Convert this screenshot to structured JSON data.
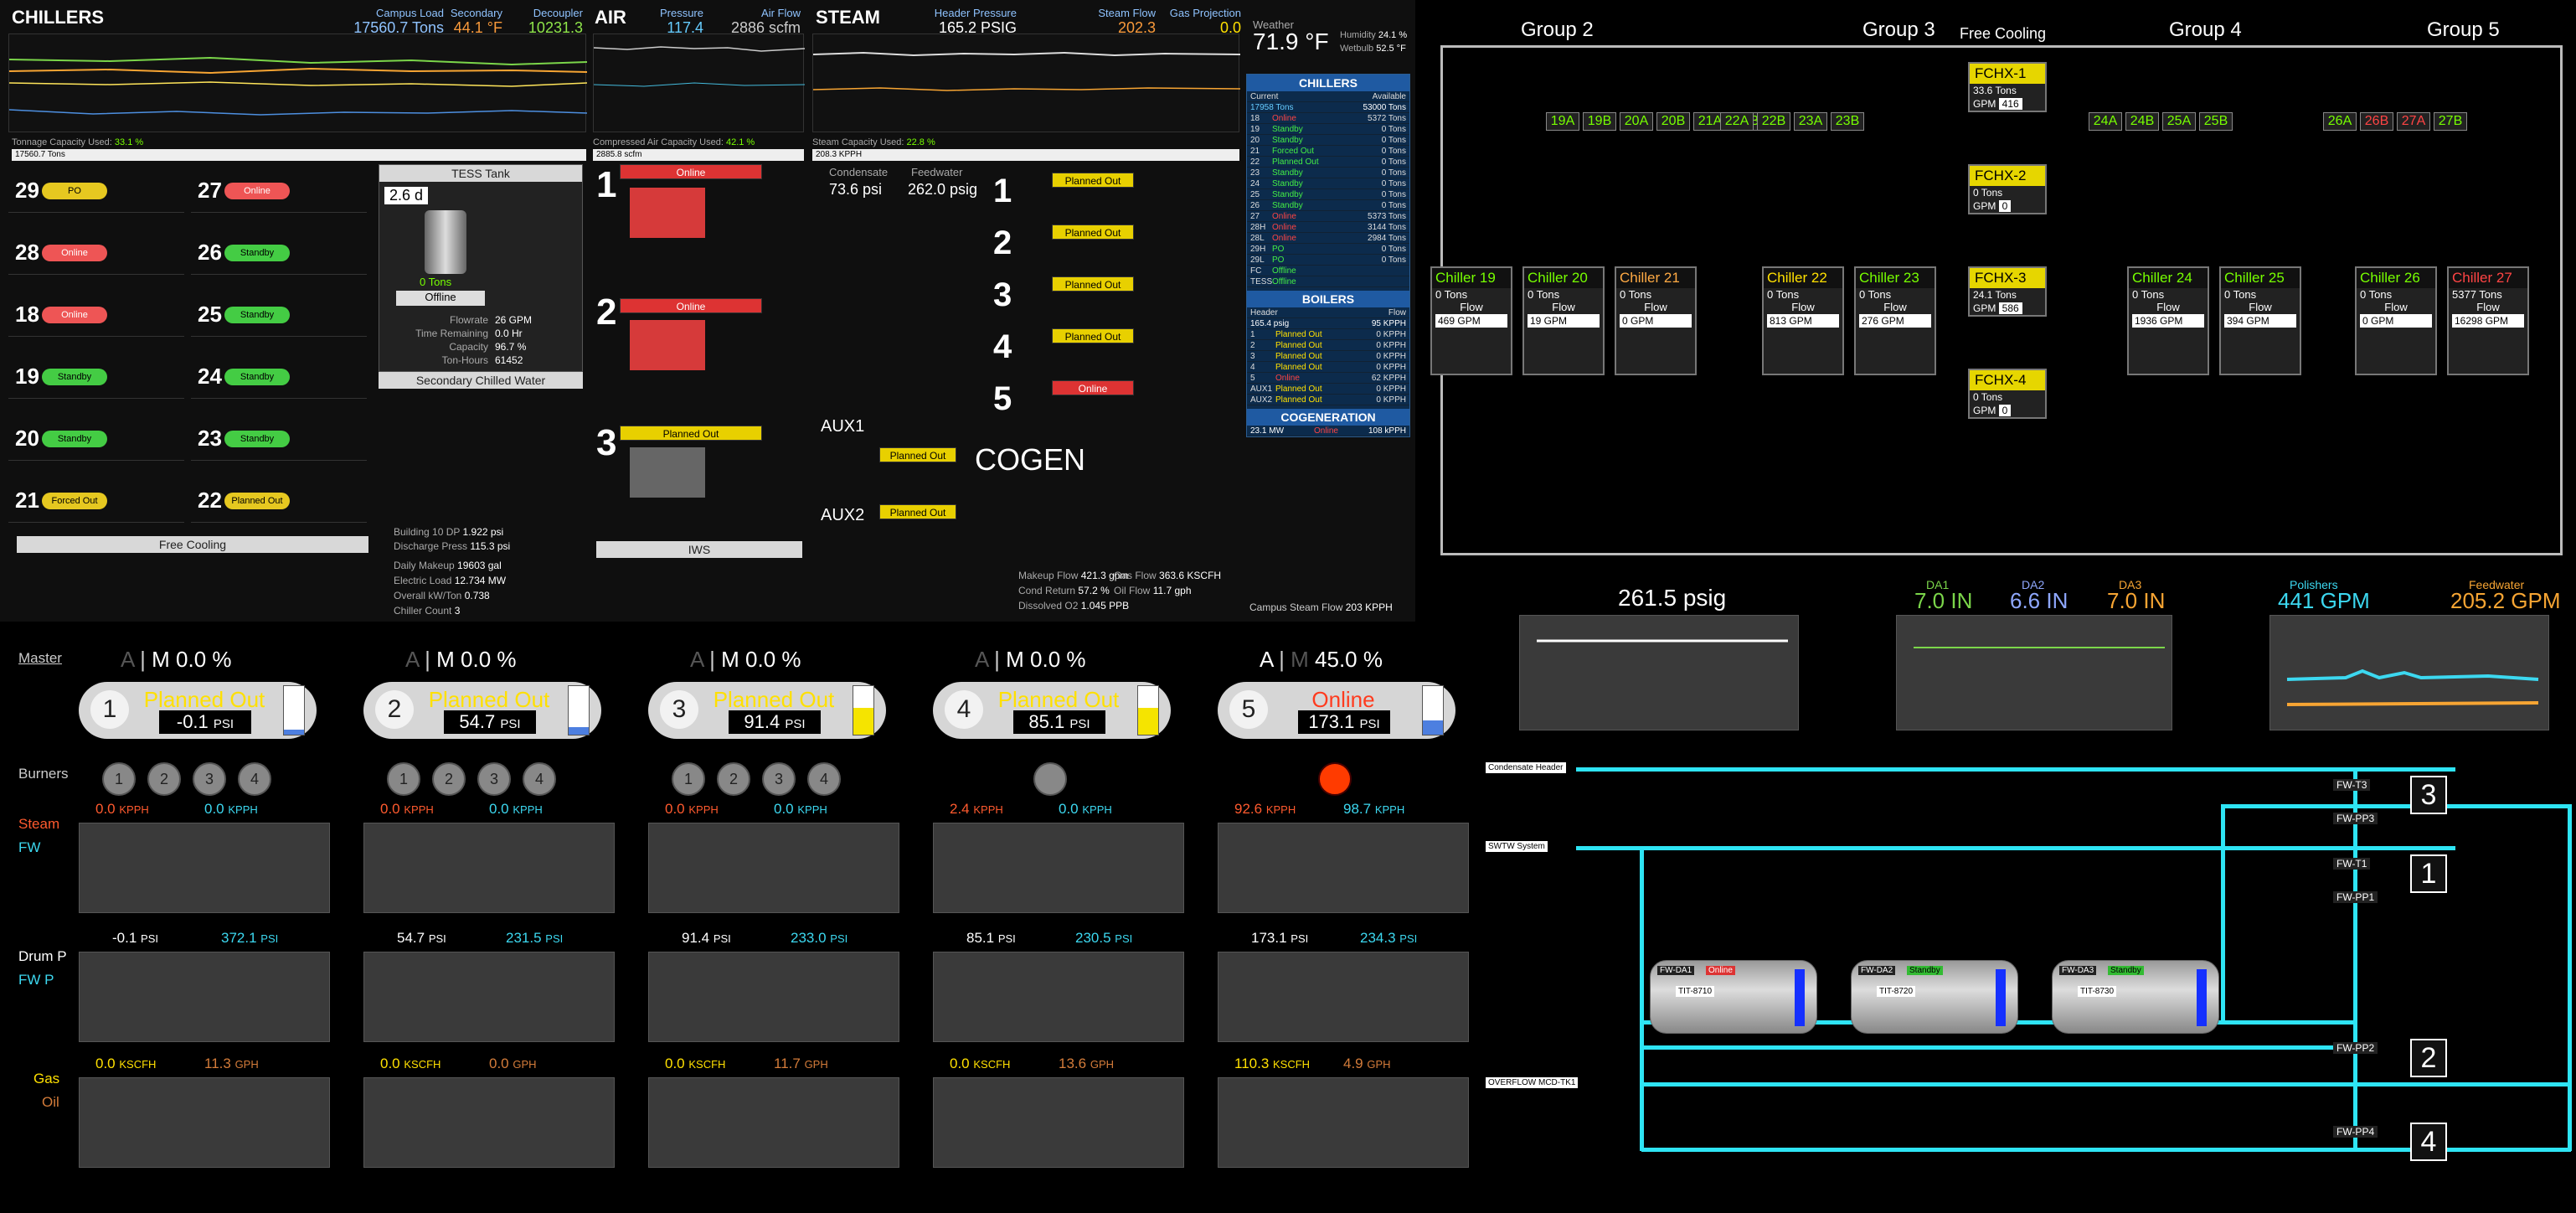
{
  "top": {
    "chillers_title": "CHILLERS",
    "campus_load_label": "Campus Load",
    "campus_load": "17560.7 Tons",
    "secondary_label": "Secondary",
    "secondary": "44.1 °F",
    "decoupler_label": "Decoupler",
    "decoupler": "10231.3 gpm",
    "air_title": "AIR",
    "pressure_label": "Pressure",
    "air_pressure": "117.4",
    "airflow_label": "Air Flow",
    "airflow": "2886 scfm",
    "steam_title": "STEAM",
    "header_pressure_label": "Header Pressure",
    "header_pressure": "165.2 PSIG",
    "steam_flow_label": "Steam Flow",
    "steam_flow": "202.3 KPPH",
    "gas_proj_label": "Gas Projection",
    "gas_proj": "0.0",
    "weather_label": "Weather",
    "temp": "71.9 °F",
    "humidity_label": "Humidity",
    "humidity": "24.1 %",
    "wetbulb_label": "Wetbulb",
    "wetbulb": "52.5 °F",
    "tonnage_cap_label": "Tonnage Capacity Used:",
    "tonnage_cap": "33.1 %",
    "tonnage_bar": "17560.7 Tons",
    "air_cap_label": "Compressed Air Capacity Used:",
    "air_cap": "42.1 %",
    "air_bar": "2885.8 scfm",
    "steam_cap_label": "Steam Capacity Used:",
    "steam_cap": "22.8 %",
    "steam_bar": "208.3 KPPH",
    "tess_title": "TESS Tank",
    "tess_days": "2.6 d",
    "tess_tons": "0 Tons",
    "tess_state": "Offline",
    "tess_rows": [
      {
        "k": "Flowrate",
        "v": "26 GPM"
      },
      {
        "k": "Time Remaining",
        "v": "0.0 Hr"
      },
      {
        "k": "Capacity",
        "v": "96.7 %"
      },
      {
        "k": "Ton-Hours",
        "v": "61452"
      }
    ],
    "scw_title": "Secondary Chilled Water",
    "bldg10_label": "Building 10 DP",
    "bldg10": "1.922 psi",
    "discharge_label": "Discharge Press",
    "discharge": "115.3 psi",
    "daily_makeup_label": "Daily Makeup",
    "daily_makeup": "19603 gal",
    "elec_load_label": "Electric Load",
    "elec_load": "12.734 MW",
    "kwton_label": "Overall kW/Ton",
    "kwton": "0.738",
    "chiller_count_label": "Chiller Count",
    "chiller_count": "3",
    "free_cooling": "Free Cooling",
    "iws": "IWS",
    "condensate_label": "Condensate",
    "condensate": "73.6 psi",
    "feedwater_label": "Feedwater",
    "feedwater": "262.0 psig",
    "makeup_label": "Makeup Flow",
    "makeup": "421.3 gpm",
    "cond_return_label": "Cond Return",
    "cond_return": "57.2 %",
    "do2_label": "Dissolved O2",
    "do2": "1.045 PPB",
    "gasflow_label": "Gas Flow",
    "gasflow": "363.6 KSCFH",
    "oilflow_label": "Oil Flow",
    "oilflow": "11.7 gph",
    "cogen_label": "COGEN",
    "aux1": "AUX1",
    "aux2": "AUX2",
    "campus_steam_label": "Campus Steam Flow",
    "campus_steam": "203 KPPH",
    "chillers_tbl_title": "CHILLERS",
    "current_label": "Current",
    "available_label": "Available",
    "current_tons": "17958 Tons",
    "available_tons": "53000 Tons",
    "boilers_tbl_title": "BOILERS",
    "header_label": "Header",
    "flow_label": "Flow",
    "boiler_header": "165.4 psig",
    "boiler_flow": "95 KPPH",
    "cogeneration_title": "COGENERATION",
    "cogen_mw": "23.1 MW",
    "cogen_state": "Online",
    "cogen_steam": "108 kPPH"
  },
  "chiller_cells": [
    {
      "n": "29",
      "state": "PO",
      "cls": "fo"
    },
    {
      "n": "28",
      "state": "Online",
      "cls": "off"
    },
    {
      "n": "18",
      "state": "Online",
      "cls": "off"
    },
    {
      "n": "19",
      "state": "Standby",
      "cls": ""
    },
    {
      "n": "20",
      "state": "Standby",
      "cls": ""
    },
    {
      "n": "21",
      "state": "Forced Out",
      "cls": "fo"
    },
    {
      "n": "27",
      "state": "Online",
      "cls": "off"
    },
    {
      "n": "26",
      "state": "Standby",
      "cls": ""
    },
    {
      "n": "25",
      "state": "Standby",
      "cls": ""
    },
    {
      "n": "24",
      "state": "Standby",
      "cls": ""
    },
    {
      "n": "23",
      "state": "Standby",
      "cls": ""
    },
    {
      "n": "22",
      "state": "Planned Out",
      "cls": "fo"
    }
  ],
  "chiller_tbl": [
    {
      "k": "18",
      "v": "Online",
      "s": "bad",
      "t": "5372 Tons"
    },
    {
      "k": "19",
      "v": "Standby",
      "s": "ok",
      "t": "0 Tons"
    },
    {
      "k": "20",
      "v": "Standby",
      "s": "ok",
      "t": "0 Tons"
    },
    {
      "k": "21",
      "v": "Forced Out",
      "s": "ok",
      "t": "0 Tons"
    },
    {
      "k": "22",
      "v": "Planned Out",
      "s": "ok",
      "t": "0 Tons"
    },
    {
      "k": "23",
      "v": "Standby",
      "s": "ok",
      "t": "0 Tons"
    },
    {
      "k": "24",
      "v": "Standby",
      "s": "ok",
      "t": "0 Tons"
    },
    {
      "k": "25",
      "v": "Standby",
      "s": "ok",
      "t": "0 Tons"
    },
    {
      "k": "26",
      "v": "Standby",
      "s": "ok",
      "t": "0 Tons"
    },
    {
      "k": "27",
      "v": "Online",
      "s": "bad",
      "t": "5373 Tons"
    },
    {
      "k": "28H",
      "v": "Online",
      "s": "bad",
      "t": "3144 Tons"
    },
    {
      "k": "28L",
      "v": "Online",
      "s": "bad",
      "t": "2984 Tons"
    },
    {
      "k": "29H",
      "v": "PO",
      "s": "ok",
      "t": "0 Tons"
    },
    {
      "k": "29L",
      "v": "PO",
      "s": "ok",
      "t": "0 Tons"
    },
    {
      "k": "FC",
      "v": "Offline",
      "s": "ok",
      "t": ""
    },
    {
      "k": "TESS",
      "v": "Offline",
      "s": "ok",
      "t": ""
    }
  ],
  "boiler_tbl": [
    {
      "k": "1",
      "v": "Planned Out",
      "t": "0 KPPH"
    },
    {
      "k": "2",
      "v": "Planned Out",
      "t": "0 KPPH"
    },
    {
      "k": "3",
      "v": "Planned Out",
      "t": "0 KPPH"
    },
    {
      "k": "4",
      "v": "Planned Out",
      "t": "0 KPPH"
    },
    {
      "k": "5",
      "v": "Online",
      "t": "62 KPPH"
    },
    {
      "k": "AUX1",
      "v": "Planned Out",
      "t": "0 KPPH"
    },
    {
      "k": "AUX2",
      "v": "Planned Out",
      "t": "0 KPPH"
    }
  ],
  "master_label": "Master",
  "burners_label": "Burners",
  "steam_label": "Steam",
  "fw_label": "FW",
  "drum_label": "Drum P",
  "fwp_label": "FW P",
  "gas_label": "Gas",
  "oil_label": "Oil",
  "boilers": [
    {
      "n": "1",
      "mode_a": "A",
      "mode_m": "M",
      "pct": "0.0 %",
      "state": "Planned Out",
      "pv": "-0.1",
      "unit": "PSI",
      "fill": "#4d7fe0",
      "level": 0.1,
      "burners": [
        "1",
        "2",
        "3",
        "4"
      ],
      "fire": false,
      "steam": "0.0",
      "fw": "0.0",
      "drum": "-0.1",
      "fwp": "372.1",
      "gas": "0.0",
      "oil": "11.3"
    },
    {
      "n": "2",
      "mode_a": "A",
      "mode_m": "M",
      "pct": "0.0 %",
      "state": "Planned Out",
      "pv": "54.7",
      "unit": "PSI",
      "fill": "#4d7fe0",
      "level": 0.15,
      "burners": [
        "1",
        "2",
        "3",
        "4"
      ],
      "fire": false,
      "steam": "0.0",
      "fw": "0.0",
      "drum": "54.7",
      "fwp": "231.5",
      "gas": "0.0",
      "oil": "0.0"
    },
    {
      "n": "3",
      "mode_a": "A",
      "mode_m": "M",
      "pct": "0.0 %",
      "state": "Planned Out",
      "pv": "91.4",
      "unit": "PSI",
      "fill": "#f5e400",
      "level": 0.55,
      "burners": [
        "1",
        "2",
        "3",
        "4"
      ],
      "fire": false,
      "steam": "0.0",
      "fw": "0.0",
      "drum": "91.4",
      "fwp": "233.0",
      "gas": "0.0",
      "oil": "11.7"
    },
    {
      "n": "4",
      "mode_a": "A",
      "mode_m": "M",
      "pct": "0.0 %",
      "state": "Planned Out",
      "pv": "85.1",
      "unit": "PSI",
      "fill": "#f5e400",
      "level": 0.55,
      "burners": [
        ""
      ],
      "fire": false,
      "steam": "2.4",
      "fw": "0.0",
      "drum": "85.1",
      "fwp": "230.5",
      "gas": "0.0",
      "oil": "13.6"
    },
    {
      "n": "5",
      "mode_a": "A",
      "mode_m": "M",
      "pct": "45.0 %",
      "state": "Online",
      "pv": "173.1",
      "unit": "PSI",
      "fill": "#4d7fe0",
      "level": 0.3,
      "burners": [
        ""
      ],
      "fire": true,
      "steam": "92.6",
      "fw": "98.7",
      "drum": "173.1",
      "fwp": "234.3",
      "gas": "110.3",
      "oil": "4.9"
    }
  ],
  "units": {
    "kpph": "KPPH",
    "psi": "PSI",
    "kscfh": "KSCFH",
    "gph": "GPH"
  },
  "groups": [
    {
      "title": "Group 2"
    },
    {
      "title": "Group 3"
    },
    {
      "title": "Group 4"
    },
    {
      "title": "Group 5"
    }
  ],
  "free_cooling_title": "Free Cooling",
  "big_chillers": [
    {
      "name": "Chiller 19",
      "cls": "",
      "tons": "0 Tons",
      "gpm": "469 GPM"
    },
    {
      "name": "Chiller 20",
      "cls": "",
      "tons": "0 Tons",
      "gpm": "19 GPM"
    },
    {
      "name": "Chiller 21",
      "cls": "org",
      "tons": "0 Tons",
      "gpm": "0 GPM"
    },
    {
      "name": "Chiller 22",
      "cls": "yel",
      "tons": "0 Tons",
      "gpm": "813 GPM"
    },
    {
      "name": "Chiller 23",
      "cls": "",
      "tons": "0 Tons",
      "gpm": "276 GPM"
    },
    {
      "name": "Chiller 24",
      "cls": "",
      "tons": "0 Tons",
      "gpm": "1936 GPM"
    },
    {
      "name": "Chiller 25",
      "cls": "",
      "tons": "0 Tons",
      "gpm": "394 GPM"
    },
    {
      "name": "Chiller 26",
      "cls": "",
      "tons": "0 Tons",
      "gpm": "0 GPM"
    },
    {
      "name": "Chiller 27",
      "cls": "red",
      "tons": "5377 Tons",
      "gpm": "16298 GPM"
    }
  ],
  "fchx": [
    {
      "name": "FCHX-1",
      "tons": "33.6 Tons",
      "gpm": "416"
    },
    {
      "name": "FCHX-2",
      "tons": "0 Tons",
      "gpm": "0"
    },
    {
      "name": "FCHX-3",
      "tons": "24.1 Tons",
      "gpm": "586"
    },
    {
      "name": "FCHX-4",
      "tons": "0 Tons",
      "gpm": "0"
    }
  ],
  "flow_word": "Flow",
  "rhs": {
    "fw_pressure": "261.5 psig",
    "da1_label": "DA1",
    "da1": "7.0 IN",
    "da2_label": "DA2",
    "da2": "6.6 IN",
    "da3_label": "DA3",
    "da3": "7.0 IN",
    "polishers_label": "Polishers",
    "polishers": "441 GPM",
    "fw_label": "Feedwater",
    "fw": "205.2 GPM",
    "cond_header": "Condensate Header",
    "swtw": "SWTW System",
    "overflow": "OVERFLOW MCD-TK1"
  },
  "tanks": [
    {
      "name": "FW-DA1",
      "status": "Online",
      "tit": "TIT-8710"
    },
    {
      "name": "FW-DA2",
      "status": "Standby",
      "tit": "TIT-8720"
    },
    {
      "name": "FW-DA3",
      "status": "Standby",
      "tit": "TIT-8730"
    }
  ],
  "fw_pumps": [
    {
      "name": "FW-T3",
      "num": "3"
    },
    {
      "name": "FW-PP3",
      "num": ""
    },
    {
      "name": "FW-T1",
      "num": "1"
    },
    {
      "name": "FW-PP1",
      "num": ""
    },
    {
      "name": "FW-PP2",
      "num": "2"
    },
    {
      "name": "FW-PP4",
      "num": "4"
    }
  ],
  "colors": {
    "accent": "#2ee4f4",
    "online": "#ff3b1e",
    "planned": "#ffe000",
    "standby": "#44cc44"
  }
}
